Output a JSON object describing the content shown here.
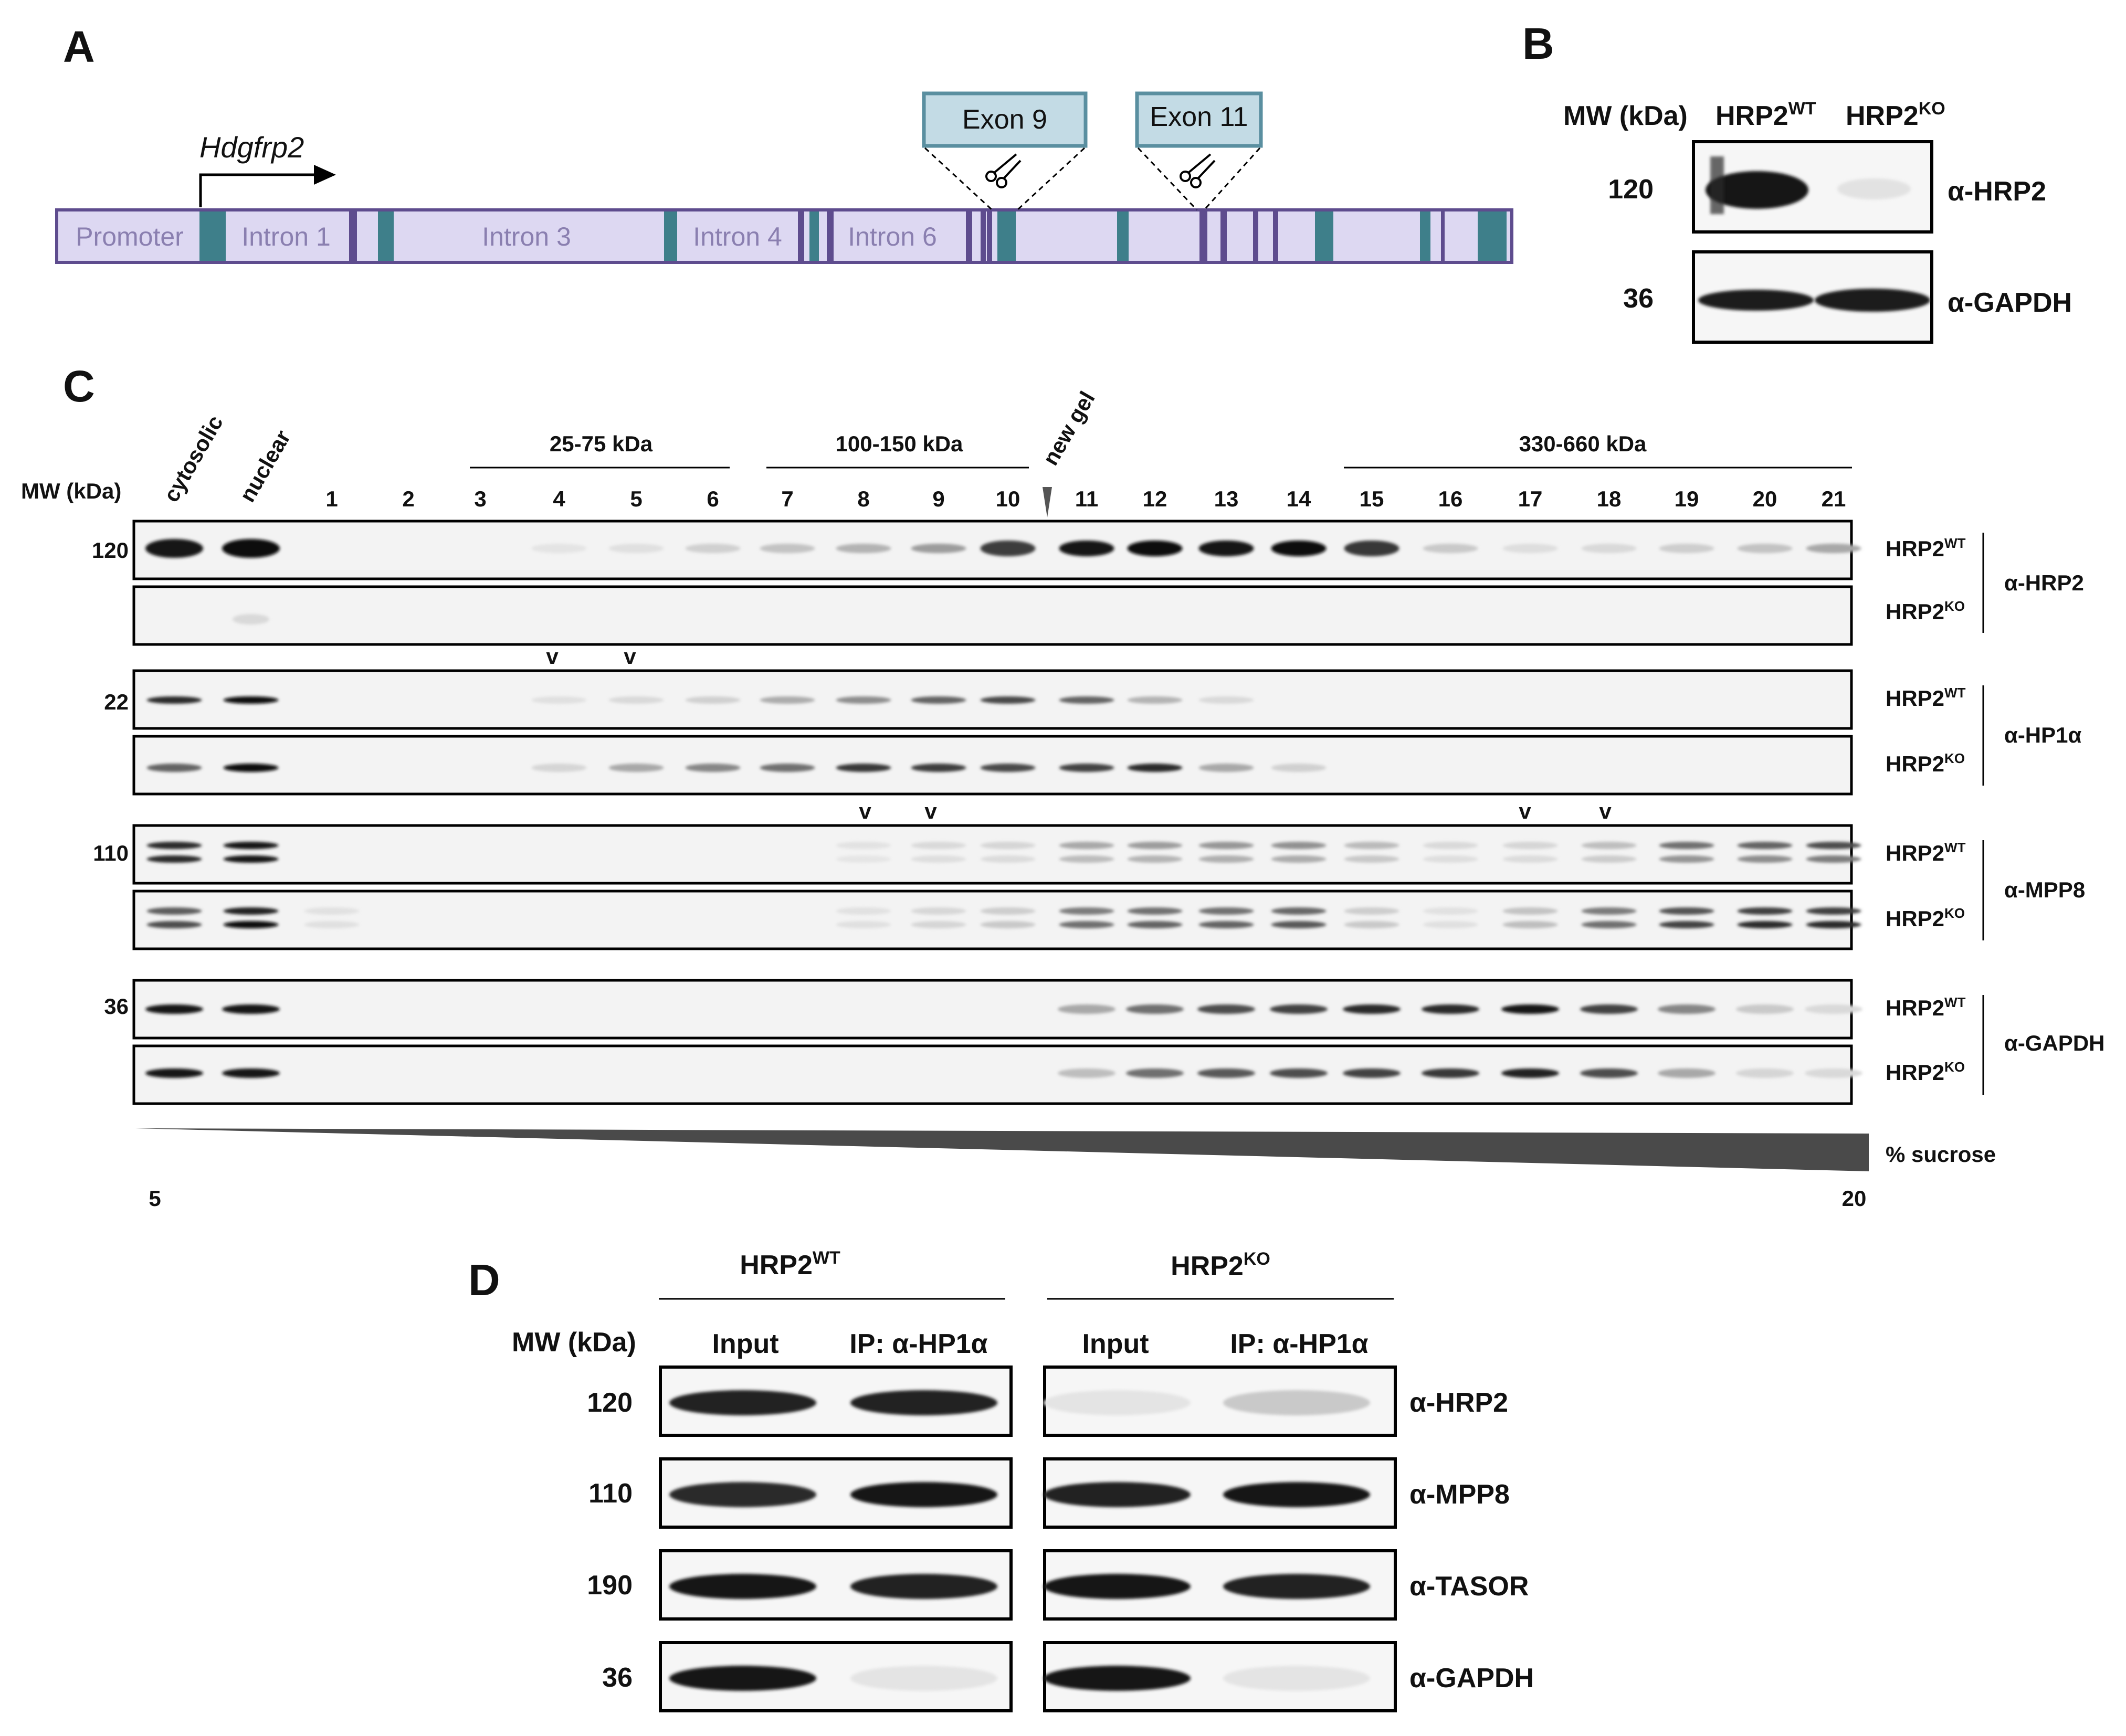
{
  "panels": {
    "a": "A",
    "b": "B",
    "c": "C",
    "d": "D"
  },
  "gene_map": {
    "gene_name": "Hdgfrp2",
    "regions": [
      "Promoter",
      "Intron 1",
      "Intron 3",
      "Intron 4",
      "Intron 6"
    ],
    "exon9": "Exon 9",
    "exon11": "Exon 11",
    "colors": {
      "fill": "#ddd8f2",
      "border": "#5e4c8e",
      "exon": "#3e7f8a",
      "callout_fill": "#c3dbe5",
      "callout_border": "#5a8fa0"
    }
  },
  "panel_b": {
    "mw_header": "MW (kDa)",
    "wt_base": "HRP2",
    "wt_sup": "WT",
    "ko_base": "HRP2",
    "ko_sup": "KO",
    "blots": [
      {
        "mw": "120",
        "antibody": "α-HRP2"
      },
      {
        "mw": "36",
        "antibody": "α-GAPDH"
      }
    ]
  },
  "panel_c": {
    "mw_header": "MW (kDa)",
    "lane_labels": [
      "cytosolic",
      "nuclear",
      "1",
      "2",
      "3",
      "4",
      "5",
      "6",
      "7",
      "8",
      "9",
      "10",
      "11",
      "12",
      "13",
      "14",
      "15",
      "16",
      "17",
      "18",
      "19",
      "20",
      "21"
    ],
    "size_ranges": [
      "25-75 kDa",
      "100-150 kDa",
      "330-660 kDa"
    ],
    "new_gel": "new gel",
    "mw_markers": [
      "120",
      "22",
      "110",
      "36"
    ],
    "antibodies": [
      "α-HRP2",
      "α-HP1α",
      "α-MPP8",
      "α-GAPDH"
    ],
    "row_base": "HRP2",
    "row_wt": "WT",
    "row_ko": "KO",
    "arrow_mark": "v",
    "gradient_label": "% sucrose",
    "gradient_start": "5",
    "gradient_end": "20"
  },
  "panel_d": {
    "mw_header": "MW (kDa)",
    "wt_base": "HRP2",
    "wt_sup": "WT",
    "ko_base": "HRP2",
    "ko_sup": "KO",
    "lane_input": "Input",
    "lane_ip": "IP: α-HP1α",
    "blots": [
      {
        "mw": "120",
        "antibody": "α-HRP2"
      },
      {
        "mw": "110",
        "antibody": "α-MPP8"
      },
      {
        "mw": "190",
        "antibody": "α-TASOR"
      },
      {
        "mw": "36",
        "antibody": "α-GAPDH"
      }
    ]
  }
}
